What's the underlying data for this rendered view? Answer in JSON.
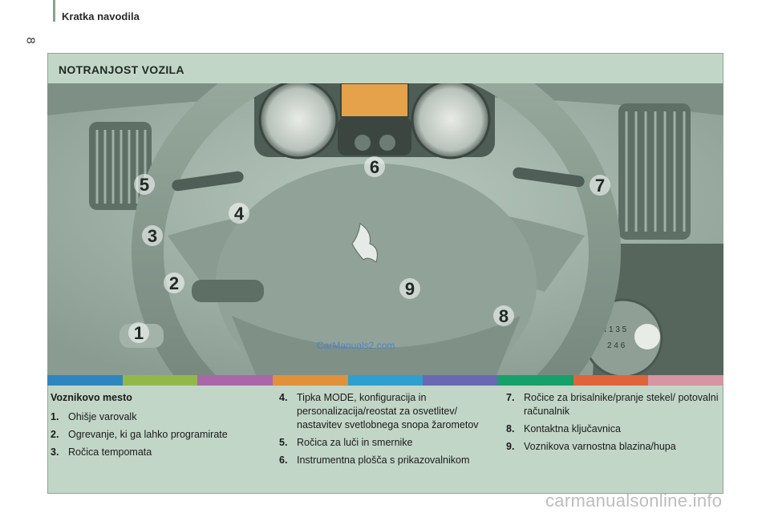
{
  "header": {
    "title": "Kratka navodila",
    "page_number": "8"
  },
  "section": {
    "title": "NOTRANJOST VOZILA"
  },
  "callouts": [
    {
      "label": "1"
    },
    {
      "label": "2"
    },
    {
      "label": "3"
    },
    {
      "label": "4"
    },
    {
      "label": "5"
    },
    {
      "label": "6"
    },
    {
      "label": "7"
    },
    {
      "label": "8"
    },
    {
      "label": "9"
    }
  ],
  "color_strip": [
    "#2e86c1",
    "#93b84a",
    "#a967a9",
    "#e0913a",
    "#2ea0cf",
    "#6a68b5",
    "#16a06a",
    "#e0643a",
    "#d695a2"
  ],
  "text": {
    "subheading": "Voznikovo mesto",
    "items": [
      {
        "num": "1.",
        "text": "Ohišje varovalk"
      },
      {
        "num": "2.",
        "text": "Ogrevanje, ki ga lahko programirate"
      },
      {
        "num": "3.",
        "text": "Ročica tempomata"
      },
      {
        "num": "4.",
        "text": "Tipka MODE, konfiguracija in personalizacija/reostat za osvetlitev/ nastavitev svetlobnega snopa žarometov"
      },
      {
        "num": "5.",
        "text": "Ročica za luči in smernike"
      },
      {
        "num": "6.",
        "text": "Instrumentna plošča s prikazovalnikom"
      },
      {
        "num": "7.",
        "text": "Ročice za brisalnike/pranje stekel/ potovalni računalnik"
      },
      {
        "num": "8.",
        "text": "Kontaktna ključavnica"
      },
      {
        "num": "9.",
        "text": "Voznikova varnostna blazina/hupa"
      }
    ]
  },
  "watermarks": {
    "bottom": "carmanualsonline.info",
    "photo": "CarManuals2.com"
  }
}
